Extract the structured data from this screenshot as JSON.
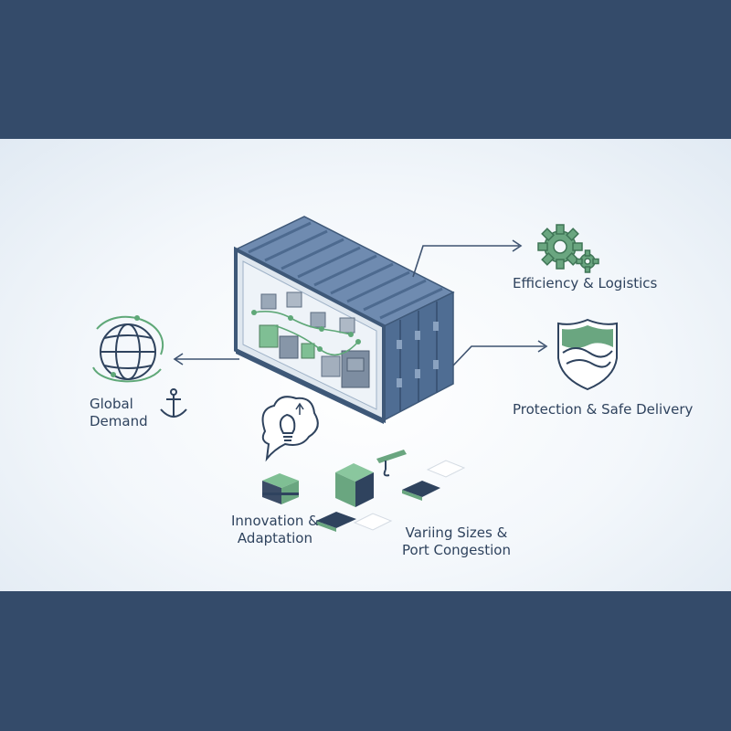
{
  "labels": {
    "global_demand": "Global\nDemand",
    "efficiency": "Efficiency & Logistics",
    "protection": "Protection & Safe Delivery",
    "innovation": "Innovation &\nAdaptation",
    "sizes": "Variing Sizes &\nPort Congestion"
  },
  "colors": {
    "band": "#344b6a",
    "container": "#4f6d93",
    "accent_green": "#6aa680",
    "navy": "#2f435e",
    "light": "#eef2f6"
  },
  "icons": [
    "globe-icon",
    "anchor-icon",
    "gear-icon",
    "shield-icon",
    "lightbulb-icon"
  ]
}
